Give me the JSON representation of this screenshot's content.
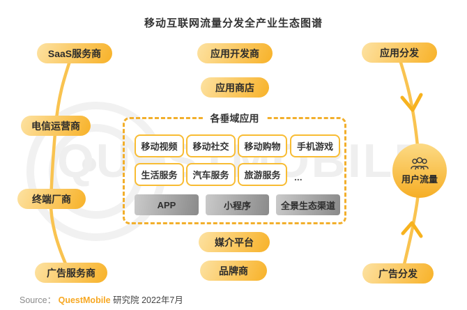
{
  "title": "移动互联网流量分发全产业生态图谱",
  "left_chain": [
    "SaaS服务商",
    "电信运营商",
    "终端厂商",
    "广告服务商"
  ],
  "app_chain": {
    "developer": "应用开发商",
    "store": "应用商店"
  },
  "vertical_apps": {
    "label": "各垂域应用",
    "categories": [
      "移动视频",
      "移动社交",
      "移动购物",
      "手机游戏",
      "生活服务",
      "汽车服务",
      "旅游服务"
    ],
    "more": "...",
    "channels": [
      "APP",
      "小程序",
      "全景生态渠道"
    ]
  },
  "media_chain": {
    "media_platform": "媒介平台",
    "brand_owner": "品牌商"
  },
  "distribution": {
    "app_distribution": "应用分发",
    "user_traffic": "用户流量",
    "ad_distribution": "广告分发"
  },
  "watermark": "QUESTMOBILE",
  "footer": {
    "source_label": "Source：",
    "brand": "QuestMobile",
    "suffix": "研究院 2022年7月"
  },
  "colors": {
    "accent": "#F8B42E",
    "accent_light": "#FDE2A2",
    "dash_border": "#F2AF2C",
    "text": "#333333",
    "brand_orange": "#F7A823",
    "channel_gray_start": "#CACACA",
    "channel_gray_end": "#8A8A8A"
  }
}
